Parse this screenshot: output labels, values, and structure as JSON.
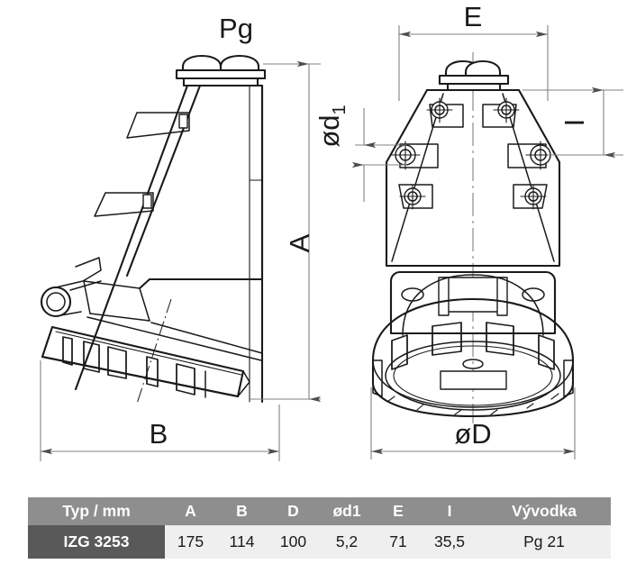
{
  "drawing": {
    "title_labels": {
      "pg": "Pg",
      "dim_a": "A",
      "dim_b": "B",
      "dim_e": "E",
      "dim_i": "I",
      "dim_d": "øD",
      "dim_d1": "ød",
      "dim_d1_sub": "1"
    },
    "views": {
      "left": "side-view-angled-socket",
      "right": "front-view-socket"
    },
    "line_color": "#1a1a1a",
    "dim_line_color": "#808080"
  },
  "table": {
    "headers": [
      "Typ / mm",
      "A",
      "B",
      "D",
      "ød1",
      "E",
      "I",
      "Vývodka"
    ],
    "rows": [
      {
        "typ": "IZG 3253",
        "a": "175",
        "b": "114",
        "d": "100",
        "d1": "5,2",
        "e": "71",
        "i": "35,5",
        "vyvodka": "Pg 21"
      }
    ],
    "colors": {
      "header_bg": "#8e8e8e",
      "header_text": "#ffffff",
      "type_cell_bg": "#595959",
      "type_cell_text": "#ffffff",
      "body_bg": "#efefef",
      "body_text": "#1a1a1a"
    }
  }
}
